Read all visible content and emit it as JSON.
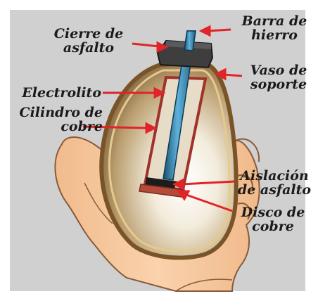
{
  "labels": {
    "barra": [
      "Barra de",
      "hierro"
    ],
    "cierre": [
      "Cierre de",
      "asfalto"
    ],
    "vaso": [
      "Vaso de",
      "soporte"
    ],
    "electrolito": [
      "Electrolito"
    ],
    "cilindro": [
      "Cilindro de",
      "cobre"
    ],
    "aislacion": [
      "Aislación",
      "de asfalto"
    ],
    "disco": [
      "Disco de",
      "cobre"
    ]
  },
  "colors": {
    "background": "#cfd0cf",
    "arrow": "#e0242a",
    "rod": "#2f86b8",
    "vessel": "#d9b87a",
    "skin": "#f4c49a"
  }
}
